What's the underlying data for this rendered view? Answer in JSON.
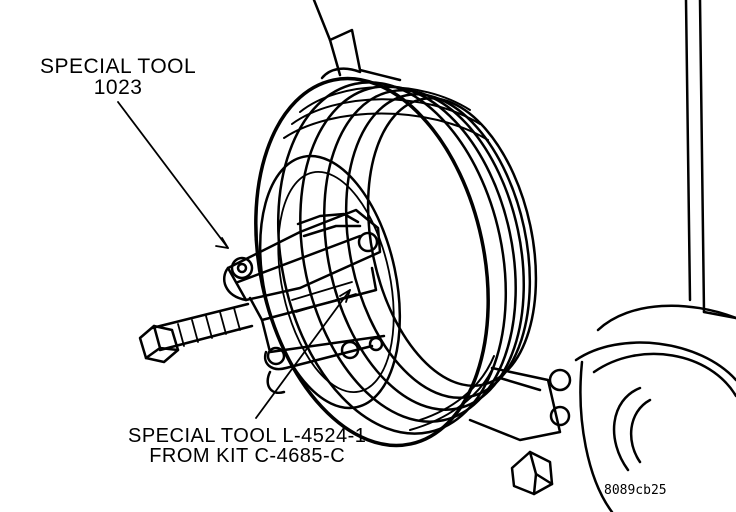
{
  "labels": {
    "tool_1023": {
      "line1": "SPECIAL TOOL",
      "line2": "1023"
    },
    "tool_l4524": {
      "line1": "SPECIAL TOOL L-4524-1",
      "line2": "FROM KIT C-4685-C"
    },
    "figure_code": "8089cb25"
  },
  "colors": {
    "ink": "#000000",
    "paper": "#ffffff"
  }
}
